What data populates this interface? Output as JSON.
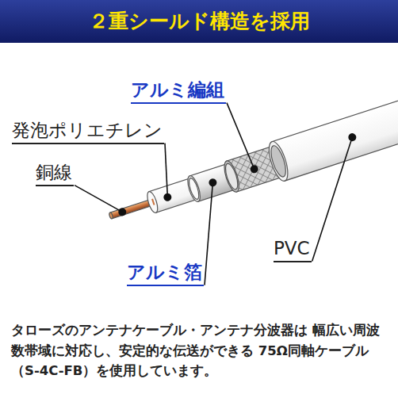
{
  "diagram": {
    "title": "２重シールド構造を採用",
    "caption": "タローズのアンテナケーブル・アンテナ分波器は 幅広い周波数帯域に対応し、安定的な伝送ができる 75Ω同軸ケーブル（S-4C-FB）を使用しています。",
    "labels": [
      "アルミ編組",
      "発泡ポリエチレン",
      "銅線",
      "PVC",
      "アルミ箔"
    ]
  }
}
